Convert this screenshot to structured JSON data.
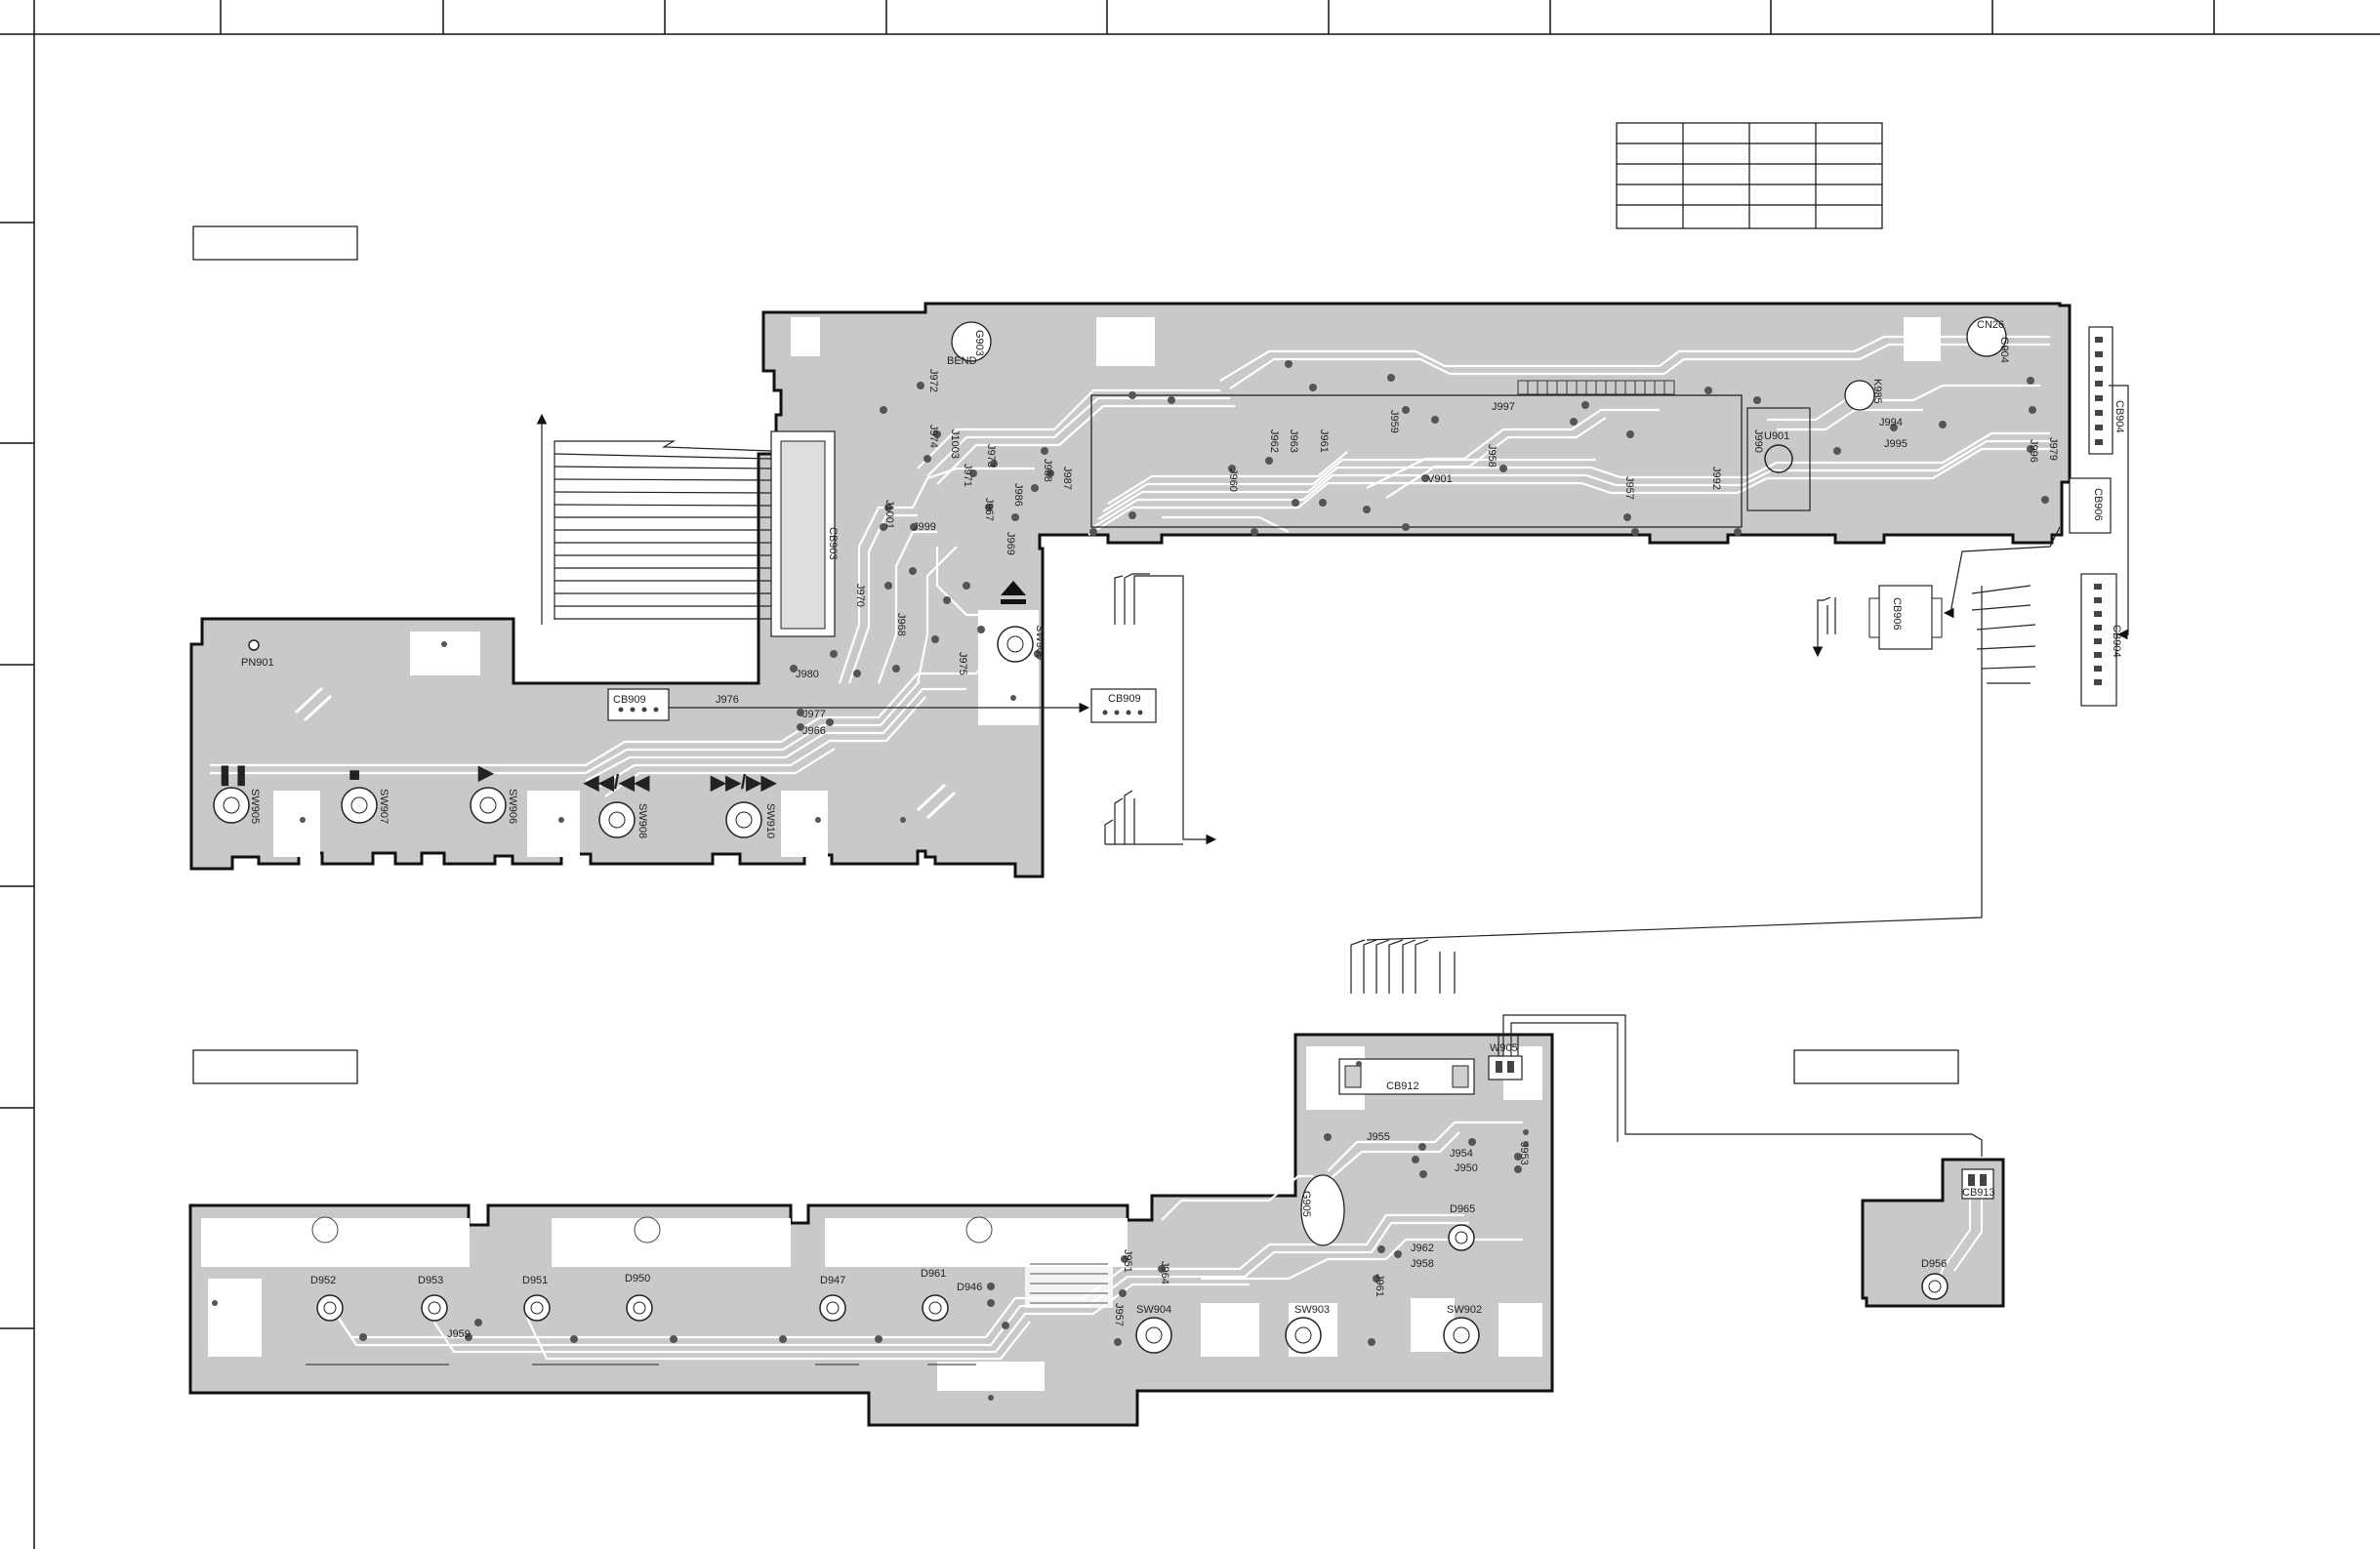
{
  "colors": {
    "board_fill": "#c9c9c9",
    "board_outline": "#111111",
    "trace": "#ffffff",
    "ink": "#222222"
  },
  "board_top": {
    "refs": {
      "pn901": "PN901",
      "sw905": "SW905",
      "sw907": "SW907",
      "sw906": "SW906",
      "sw908": "SW908",
      "sw910": "SW910",
      "sw909": "SW909",
      "cb909": "CB909",
      "cb909_ext": "CB909",
      "j976": "J976",
      "j977": "J977",
      "j966": "J966",
      "j980": "J980",
      "j975": "J975",
      "j968": "J968",
      "j970": "J970",
      "j967": "J967",
      "j971": "J971",
      "j972": "J972",
      "j1003": "J1003",
      "j999": "J999",
      "j1001": "J1001",
      "j974": "J974",
      "j987": "J987",
      "j988": "J988",
      "j986": "J986",
      "j973": "J973",
      "j969": "J969",
      "cb903": "CB903",
      "g903": "G903",
      "bend": "BEND",
      "v901": "V901",
      "j997": "J997",
      "j963": "J963",
      "j962": "J962",
      "j961": "J961",
      "j960": "J960",
      "j959": "J959",
      "j958": "J958",
      "j957": "J957",
      "j992": "J992",
      "j990": "J990",
      "j994": "J994",
      "j995": "J995",
      "j996": "J996",
      "j979": "J979",
      "u901": "U901",
      "k985": "K985",
      "cn26": "CN26",
      "g904": "G904",
      "cb904": "CB904",
      "cb904_ext": "CB904",
      "cb906": "CB906",
      "cb906_ext": "CB906"
    },
    "symbols": {
      "pause": "❚❚",
      "stop": "■",
      "play": "▶",
      "rew": "◀◀/◀◀",
      "ff": "▶▶/▶▶",
      "eject": "⏏"
    }
  },
  "board_bottom": {
    "refs": {
      "cb912": "CB912",
      "w905": "W905",
      "j955": "J955",
      "j954": "J954",
      "j950": "J950",
      "j953": "J953",
      "g905": "G905",
      "d965": "D965",
      "j962": "J962",
      "j958": "J958",
      "j961": "J961",
      "j951": "J951",
      "j964": "J964",
      "j957": "J957",
      "j959": "J959",
      "d952": "D952",
      "d953": "D953",
      "d951": "D951",
      "d950": "D950",
      "d947": "D947",
      "d961": "D961",
      "d946": "D946",
      "sw904": "SW904",
      "sw903": "SW903",
      "sw902": "SW902"
    }
  },
  "board_small": {
    "refs": {
      "cb913": "CB913",
      "d956": "D956"
    }
  },
  "icons": {
    "arrow": "arrow-icon",
    "eject": "eject-icon"
  }
}
